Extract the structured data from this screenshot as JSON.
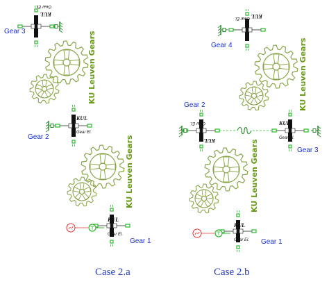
{
  "colors": {
    "gear_outline": "#8aa64a",
    "logo_text": "#6a9a1a",
    "connector_green": "#2db52d",
    "spring_green": "#2a8a2a",
    "body_black": "#111111",
    "label_blue": "#1a2fcc",
    "caption_blue": "#2a3fb0",
    "source_red": "#e03030"
  },
  "logo": {
    "text": "KU Leuven Gears"
  },
  "component": {
    "kul": "KUL",
    "gear_el": "Gear El."
  },
  "case_a": {
    "caption": "Case 2.a",
    "labels": {
      "gear1": "Gear 1",
      "gear2": "Gear 2",
      "gear3": "Gear 3"
    }
  },
  "case_b": {
    "caption": "Case 2.b",
    "labels": {
      "gear1": "Gear 1",
      "gear2": "Gear 2",
      "gear3": "Gear 3",
      "gear4": "Gear 4"
    }
  },
  "icons": [
    "gear-el-block-icon",
    "ground-fixed-icon",
    "spring-icon",
    "torque-source-icon",
    "gear-logo-icon"
  ]
}
